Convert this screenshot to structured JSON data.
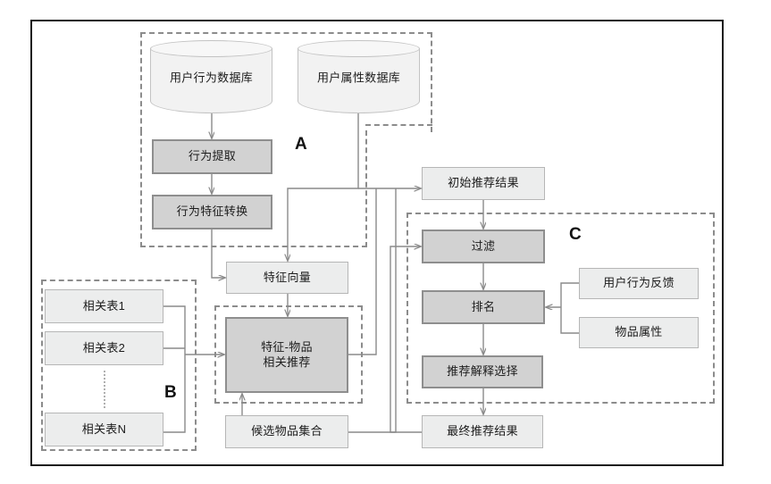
{
  "figure": {
    "type": "flowchart-diagram",
    "title_visible": false,
    "background": "#ffffff",
    "frame_color": "#1a1a1a"
  },
  "groups": [
    {
      "id": "A",
      "label": "A",
      "note": "behavior data extraction stage"
    },
    {
      "id": "B",
      "label": "B",
      "note": "correlation tables stage"
    },
    {
      "id": "C",
      "label": "C",
      "note": "filter / rank / explain stage"
    }
  ],
  "databases": [
    {
      "id": "db-user-behavior",
      "label": "用户行为数据库"
    },
    {
      "id": "db-user-attribute",
      "label": "用户属性数据库"
    }
  ],
  "nodes": {
    "behavior_extraction": "行为提取",
    "behavior_feature_transform": "行为特征转换",
    "feature_vector": "特征向量",
    "relation_table_1": "相关表1",
    "relation_table_2": "相关表2",
    "relation_table_n": "相关表N",
    "feature_item_recommend": "特征-物品\n相关推荐",
    "feature_item_recommend_line1": "特征-物品",
    "feature_item_recommend_line2": "相关推荐",
    "candidate_item_set": "候选物品集合",
    "initial_recommend_result": "初始推荐结果",
    "filter": "过滤",
    "ranking": "排名",
    "user_behavior_feedback": "用户行为反馈",
    "item_attribute": "物品属性",
    "recommend_explanation_selection": "推荐解释选择",
    "final_recommend_result": "最终推荐结果"
  },
  "colors": {
    "dark_node_fill": "#d2d2d2",
    "dark_node_border": "#8e8e8e",
    "light_node_fill": "#eceded",
    "light_node_border": "#b6b6b6",
    "dashed_group_border": "#8c8c8c",
    "connector": "#8a8a8a",
    "cylinder_fill": "#f2f2f2"
  },
  "edges": [
    {
      "from": "db-user-behavior",
      "to": "behavior_extraction"
    },
    {
      "from": "behavior_extraction",
      "to": "behavior_feature_transform"
    },
    {
      "from": "behavior_feature_transform",
      "to": "feature_vector"
    },
    {
      "from": "db-user-attribute",
      "to": "feature_vector"
    },
    {
      "from": "db-user-attribute",
      "to": "initial_recommend_result"
    },
    {
      "from": "feature_vector",
      "to": "feature_item_recommend"
    },
    {
      "from": "relation_table_1",
      "to": "feature_item_recommend"
    },
    {
      "from": "relation_table_2",
      "to": "feature_item_recommend"
    },
    {
      "from": "relation_table_n",
      "to": "feature_item_recommend"
    },
    {
      "from": "candidate_item_set",
      "to": "feature_item_recommend"
    },
    {
      "from": "candidate_item_set",
      "to": "initial_recommend_result"
    },
    {
      "from": "feature_item_recommend",
      "to": "initial_recommend_result"
    },
    {
      "from": "initial_recommend_result",
      "to": "filter"
    },
    {
      "from": "filter",
      "to": "ranking"
    },
    {
      "from": "user_behavior_feedback",
      "to": "ranking"
    },
    {
      "from": "item_attribute",
      "to": "ranking"
    },
    {
      "from": "ranking",
      "to": "recommend_explanation_selection"
    },
    {
      "from": "recommend_explanation_selection",
      "to": "final_recommend_result"
    },
    {
      "from": "final_recommend_result",
      "to": "filter"
    }
  ]
}
